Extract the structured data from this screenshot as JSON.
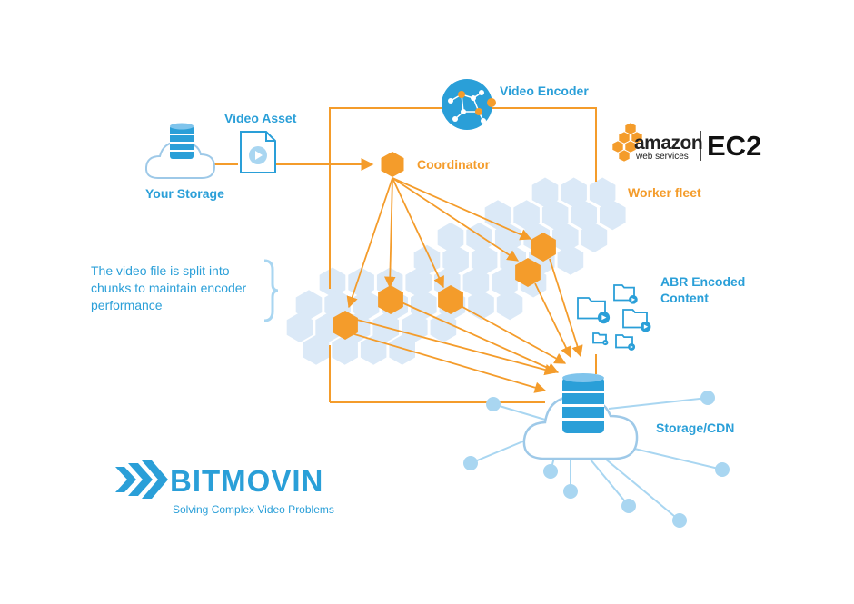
{
  "diagram": {
    "nodes": {
      "storage": "Your Storage",
      "asset": "Video Asset",
      "encoder": "Video Encoder",
      "coordinator": "Coordinator",
      "fleet": "Worker fleet",
      "abr_line1": "ABR Encoded",
      "abr_line2": "Content",
      "cdn": "Storage/CDN"
    },
    "note": "The video file is split into chunks to maintain encoder performance",
    "colors": {
      "blue": "#2a9fd8",
      "orange": "#f49c2b",
      "hex_light": "#dbe9f7",
      "node_light": "#a9d6f1",
      "cloud_stroke": "#9ec9e8"
    }
  },
  "aws": {
    "word": "amazon",
    "sub": "web services",
    "product": "EC2"
  },
  "brand": {
    "name": "BITMOVIN",
    "tagline": "Solving Complex Video Problems"
  }
}
